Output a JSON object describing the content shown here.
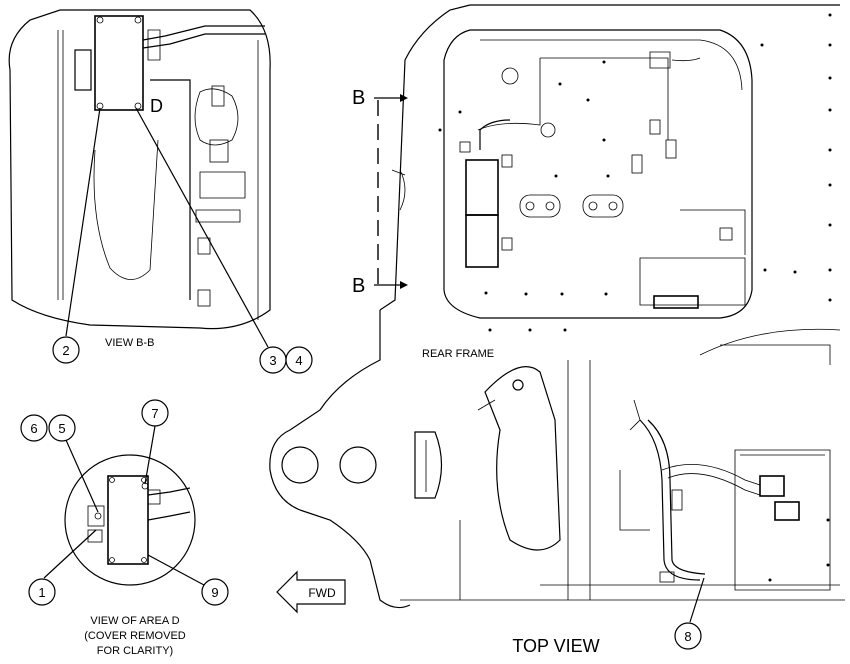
{
  "labels": {
    "view_bb": "VIEW B-B",
    "detail_letter": "D",
    "rear_frame": "REAR FRAME",
    "top_view": "TOP VIEW",
    "fwd": "FWD",
    "section_b_top": "B",
    "section_b_bottom": "B",
    "view_area_d_line1": "VIEW OF AREA D",
    "view_area_d_line2": "(COVER REMOVED",
    "view_area_d_line3": "FOR CLARITY)"
  },
  "callouts": {
    "c1": "1",
    "c2": "2",
    "c3": "3",
    "c4": "4",
    "c5": "5",
    "c6": "6",
    "c7": "7",
    "c8": "8",
    "c9": "9"
  }
}
